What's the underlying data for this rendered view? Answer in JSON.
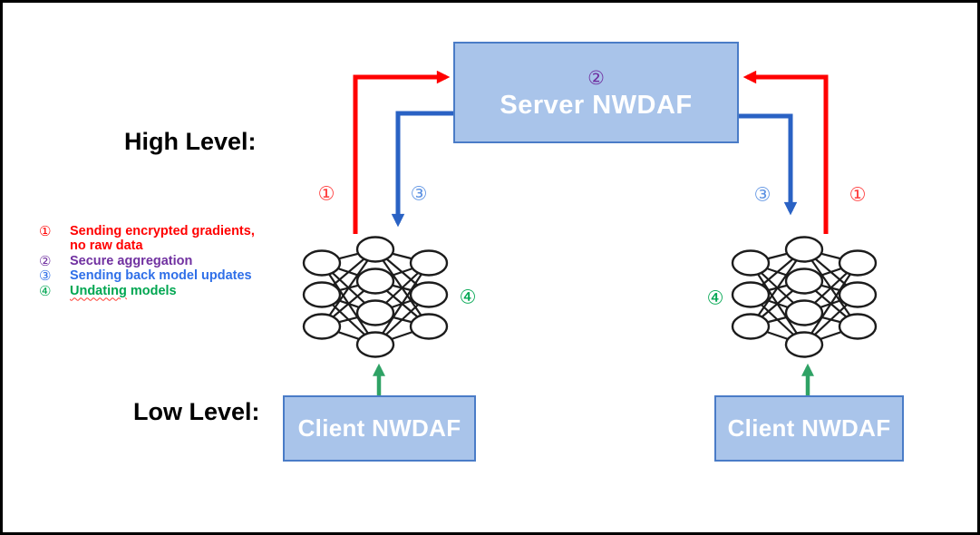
{
  "diagram": {
    "levels": {
      "high": "High Level:",
      "low": "Low Level:"
    },
    "server_box": {
      "badge": "②",
      "label": "Server NWDAF"
    },
    "client_boxes": {
      "left": "Client NWDAF",
      "right": "Client NWDAF"
    },
    "arrow_labels": {
      "left_red": "①",
      "left_blue": "③",
      "right_blue": "③",
      "right_red": "①",
      "left_green": "④",
      "right_green": "④"
    },
    "legend": {
      "items": [
        {
          "num": "①",
          "line1": "Sending encrypted gradients,",
          "line2": "no raw data",
          "color": "#FF0000"
        },
        {
          "num": "②",
          "line1": "Secure aggregation",
          "color": "#7030A0"
        },
        {
          "num": "③",
          "line1": "Sending back model updates",
          "color": "#2F6FE8"
        },
        {
          "num": "④",
          "word_misspelled": "Undating",
          "rest": "models",
          "color": "#00A651"
        }
      ]
    },
    "colors": {
      "red_arrow": "#FF0000",
      "blue_arrow": "#2A62C4",
      "green_arrow": "#2FA265",
      "purple_badge": "#7030A0",
      "circle_red": "#FF3B3B",
      "circle_blue": "#5E93E3",
      "circle_green": "#00A651",
      "box_fill": "#A9C4EA",
      "box_border": "#4A7CC7"
    }
  }
}
